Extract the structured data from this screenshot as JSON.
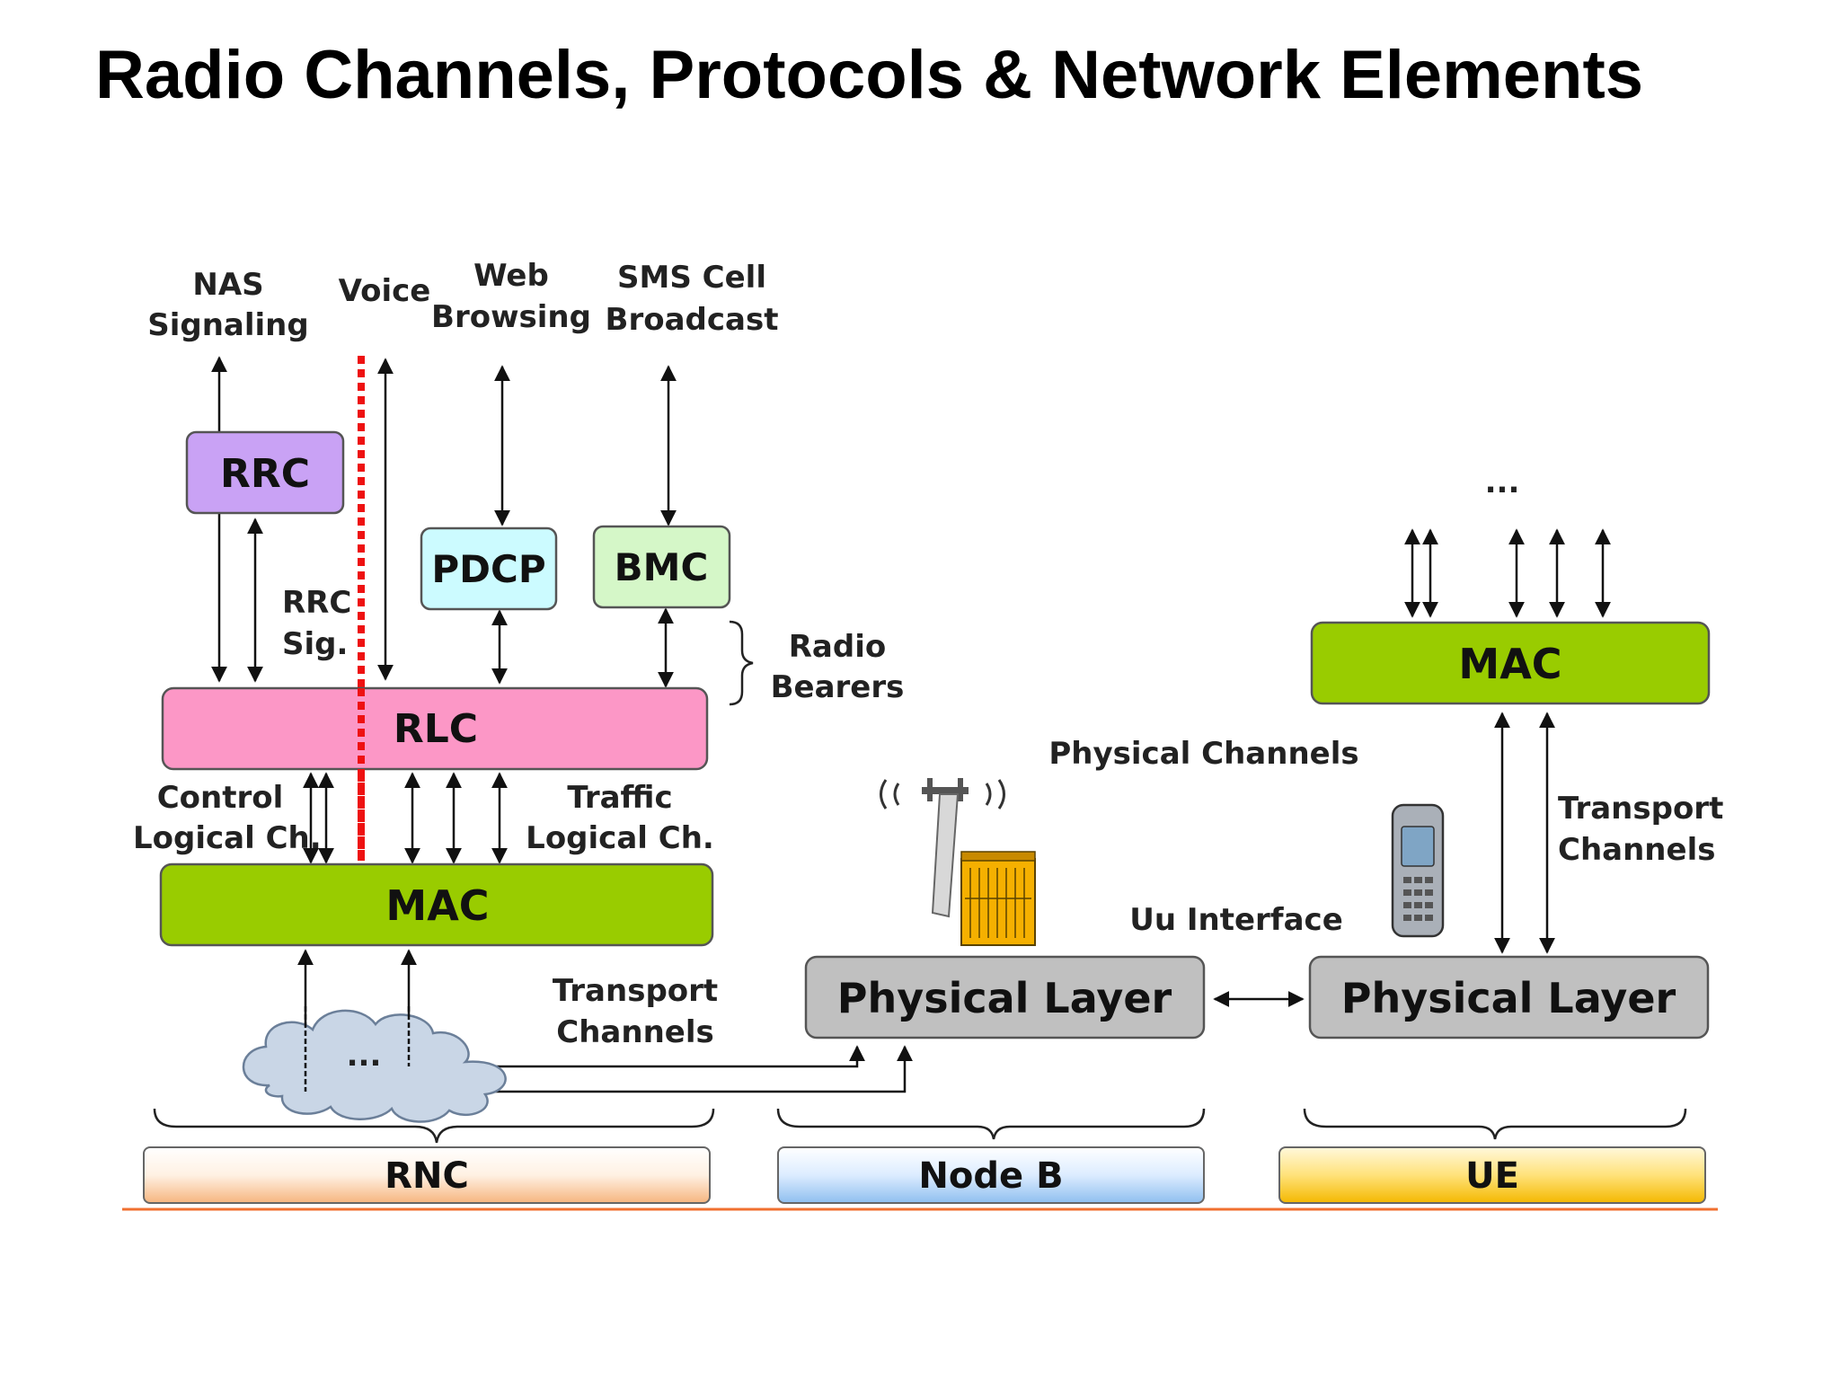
{
  "slide": {
    "title": "Radio Channels, Protocols & Network Elements"
  },
  "top_labels": {
    "nas_line1": "NAS",
    "nas_line2": "Signaling",
    "voice": "Voice",
    "web_line1": "Web",
    "web_line2": "Browsing",
    "sms_line1": "SMS Cell",
    "sms_line2": "Broadcast"
  },
  "boxes": {
    "rrc": "RRC",
    "pdcp": "PDCP",
    "bmc": "BMC",
    "rlc": "RLC",
    "mac_rnc": "MAC",
    "mac_ue": "MAC",
    "phy_nodeb": "Physical Layer",
    "phy_ue": "Physical Layer"
  },
  "labels": {
    "rrc_sig_line1": "RRC",
    "rrc_sig_line2": "Sig.",
    "radio_bearers_line1": "Radio",
    "radio_bearers_line2": "Bearers",
    "control_line1": "Control",
    "control_line2": "Logical Ch.",
    "traffic_line1": "Traffic",
    "traffic_line2": "Logical Ch.",
    "transport_rnc_line1": "Transport",
    "transport_rnc_line2": "Channels",
    "physical_channels": "Physical Channels",
    "transport_ue_line1": "Transport",
    "transport_ue_line2": "Channels",
    "uu_interface": "Uu Interface",
    "ellipsis_ue": "...",
    "ellipsis_cloud": "..."
  },
  "elements": {
    "rnc": "RNC",
    "nodeb": "Node B",
    "ue": "UE"
  },
  "colors": {
    "rrc": "#c9a2f5",
    "pdcp": "#ccfbff",
    "bmc": "#d5f7c8",
    "rlc": "#fc97c6",
    "mac": "#99cc00",
    "phy": "#c0c0c0",
    "bottom_line": "#f07030",
    "voice_divider": "#ee1111"
  },
  "icons": [
    "base-station-icon",
    "mobile-phone-icon",
    "cloud-icon"
  ]
}
